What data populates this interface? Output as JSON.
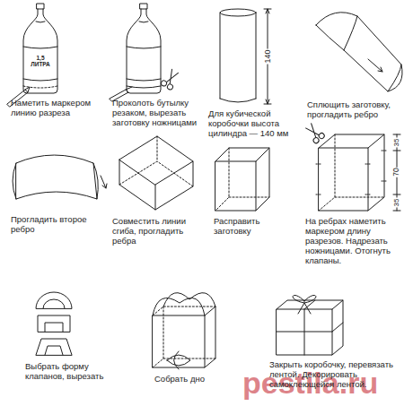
{
  "diagram": {
    "labels": [
      "1,5 ЛИТРА",
      "Наметить маркером линию разреза",
      "Проколоть бутылку резаком, вырезать заготовку ножницами",
      "140",
      "Для кубической коробочки высота цилиндра — 140 мм",
      "Сплющить заготовку, прогладить ребро",
      "Прогладить второе ребро",
      "Совместить линии сгиба, прогладить ребра",
      "Расправить заготовку",
      "35",
      "70",
      "35",
      "На ребрах наметить маркером длину разрезов. Надрезать ножницами. Отогнуть клапаны.",
      "Выбрать форму клапанов, вырезать",
      "Собрать дно",
      "Закрыть коробочку, перевязать лентой. Декорировать самоклеющейся лентой.",
      "pestila.ru"
    ]
  }
}
